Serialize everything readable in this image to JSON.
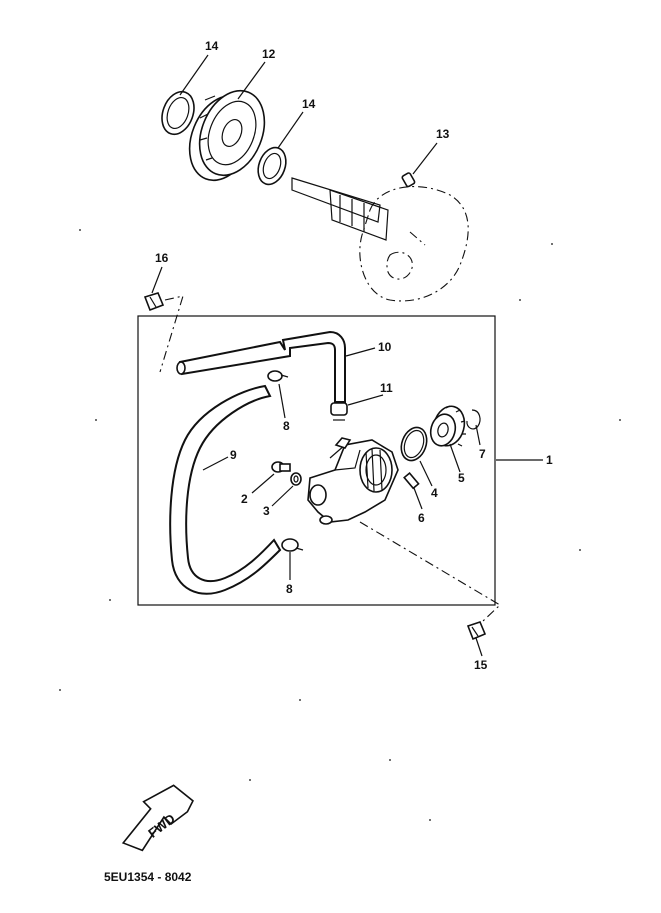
{
  "diagram": {
    "callouts": [
      {
        "id": "c14a",
        "label": "14"
      },
      {
        "id": "c12",
        "label": "12"
      },
      {
        "id": "c14b",
        "label": "14"
      },
      {
        "id": "c13",
        "label": "13"
      },
      {
        "id": "c16",
        "label": "16"
      },
      {
        "id": "c10",
        "label": "10"
      },
      {
        "id": "c11",
        "label": "11"
      },
      {
        "id": "c8a",
        "label": "8"
      },
      {
        "id": "c9",
        "label": "9"
      },
      {
        "id": "c2",
        "label": "2"
      },
      {
        "id": "c3",
        "label": "3"
      },
      {
        "id": "c4",
        "label": "4"
      },
      {
        "id": "c5",
        "label": "5"
      },
      {
        "id": "c6",
        "label": "6"
      },
      {
        "id": "c7",
        "label": "7"
      },
      {
        "id": "c1",
        "label": "1"
      },
      {
        "id": "c8b",
        "label": "8"
      },
      {
        "id": "c15",
        "label": "15"
      }
    ],
    "direction_label": "FWD",
    "reference_code": "5EU1354 - 8042"
  }
}
